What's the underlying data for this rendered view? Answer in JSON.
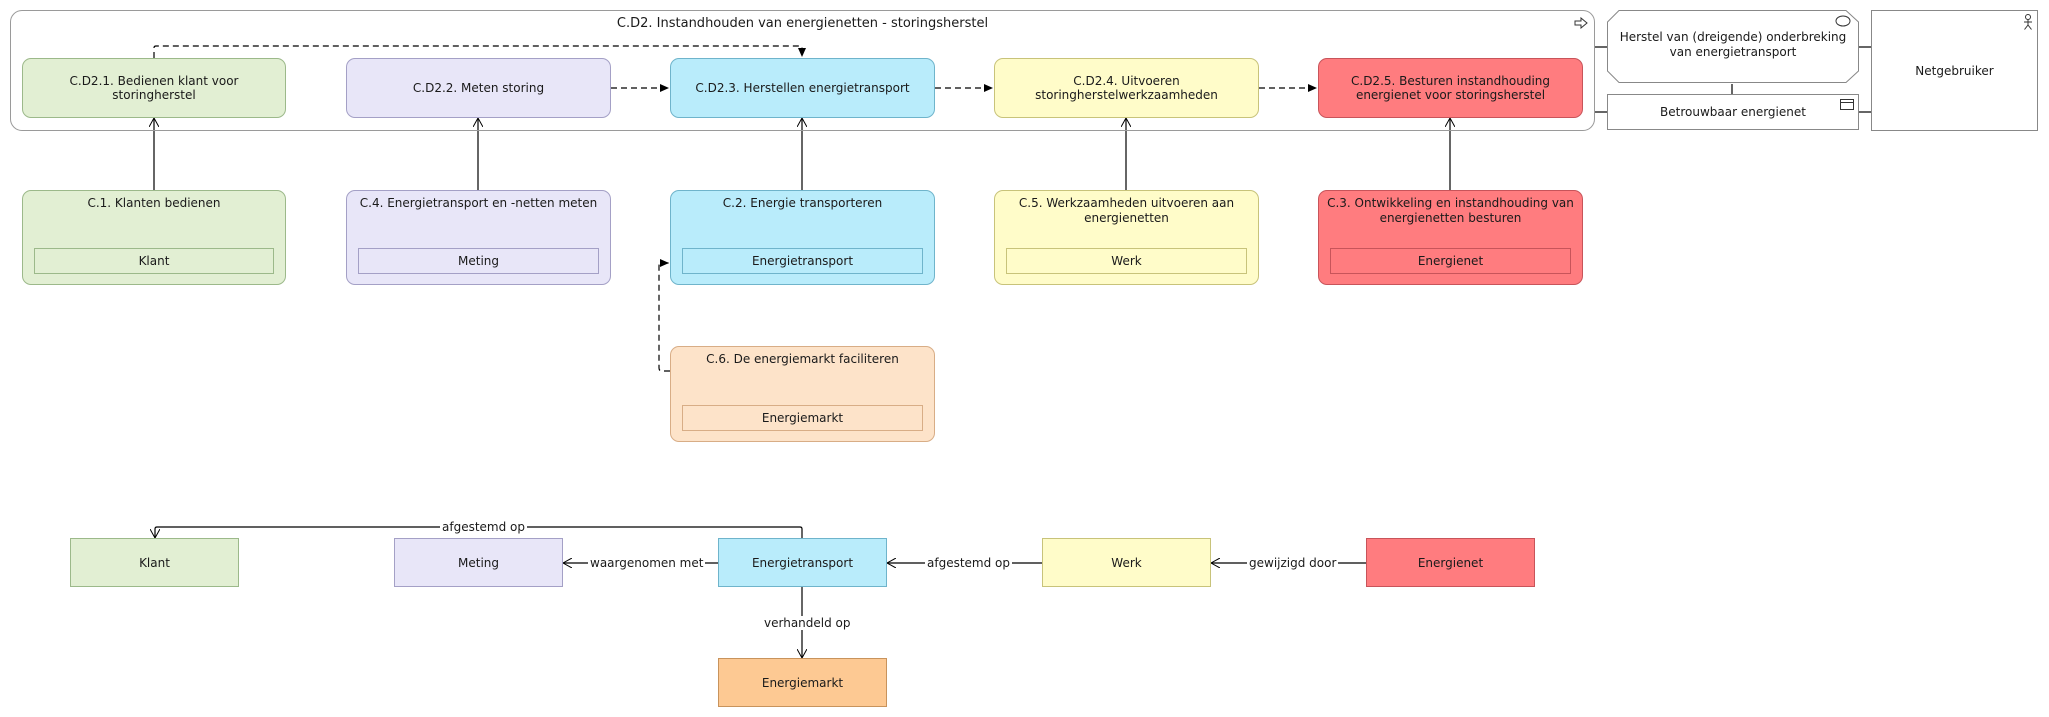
{
  "frame": {
    "title": "C.D2. Instandhouden van energienetten - storingsherstel",
    "steps": [
      {
        "label": "C.D2.1. Bedienen klant voor storingherstel"
      },
      {
        "label": "C.D2.2. Meten storing"
      },
      {
        "label": "C.D2.3. Herstellen energietransport"
      },
      {
        "label": "C.D2.4. Uitvoeren storingherstelwerkzaamheden"
      },
      {
        "label": "C.D2.5. Besturen instandhouding energienet voor storingsherstel"
      }
    ]
  },
  "event": {
    "label": "Herstel van (dreigende) onderbreking van energietransport"
  },
  "goal": {
    "label": "Betrouwbaar energienet"
  },
  "actor": {
    "label": "Netgebruiker"
  },
  "capabilities": [
    {
      "title": "C.1. Klanten bedienen",
      "object": "Klant"
    },
    {
      "title": "C.4. Energietransport en -netten meten",
      "object": "Meting"
    },
    {
      "title": "C.2. Energie transporteren",
      "object": "Energietransport"
    },
    {
      "title": "C.5. Werkzaamheden uitvoeren aan energienetten",
      "object": "Werk"
    },
    {
      "title": "C.3. Ontwikkeling en instandhouding van energienetten besturen",
      "object": "Energienet"
    },
    {
      "title": "C.6. De energiemarkt faciliteren",
      "object": "Energiemarkt"
    }
  ],
  "objects": {
    "klant": "Klant",
    "meting": "Meting",
    "energietransport": "Energietransport",
    "werk": "Werk",
    "energienet": "Energienet",
    "energiemarkt": "Energiemarkt"
  },
  "relations": {
    "afgestemd_op_top": "afgestemd op",
    "waargenomen_met": "waargenomen met",
    "afgestemd_op": "afgestemd op",
    "gewijzigd_door": "gewijzigd door",
    "verhandeld_op": "verhandeld op"
  },
  "colors": {
    "green": "#e2efd3",
    "purple": "#e8e6f8",
    "blue": "#b9ecfb",
    "yellow": "#fffcc9",
    "red": "#ff7c7f",
    "peach": "#fde3c9",
    "orange": "#fdc993"
  }
}
